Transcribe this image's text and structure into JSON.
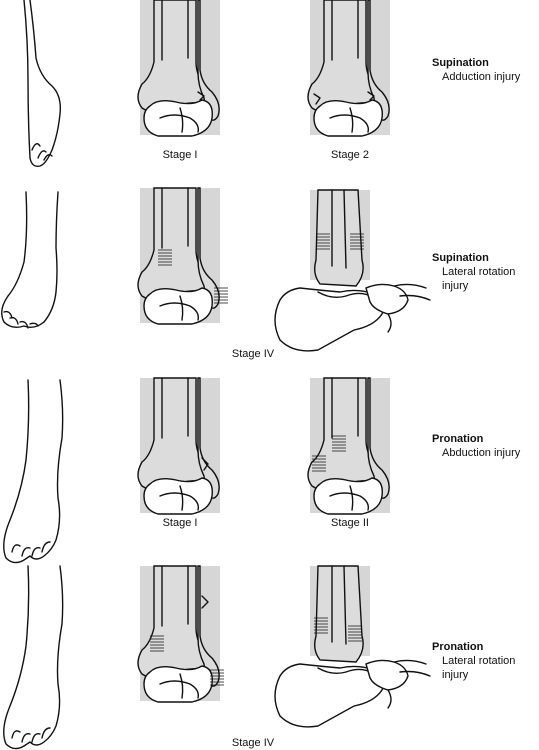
{
  "rows": [
    {
      "injury_type": "Supination",
      "mechanism": "Adduction injury",
      "stages": [
        "Stage I",
        "Stage 2"
      ]
    },
    {
      "injury_type": "Supination",
      "mechanism": "Lateral rotation injury",
      "stages": [
        "Stage IV"
      ]
    },
    {
      "injury_type": "Pronation",
      "mechanism": "Abduction injury",
      "stages": [
        "Stage I",
        "Stage II"
      ]
    },
    {
      "injury_type": "Pronation",
      "mechanism": "Lateral rotation injury",
      "stages": [
        "Stage IV"
      ]
    }
  ]
}
